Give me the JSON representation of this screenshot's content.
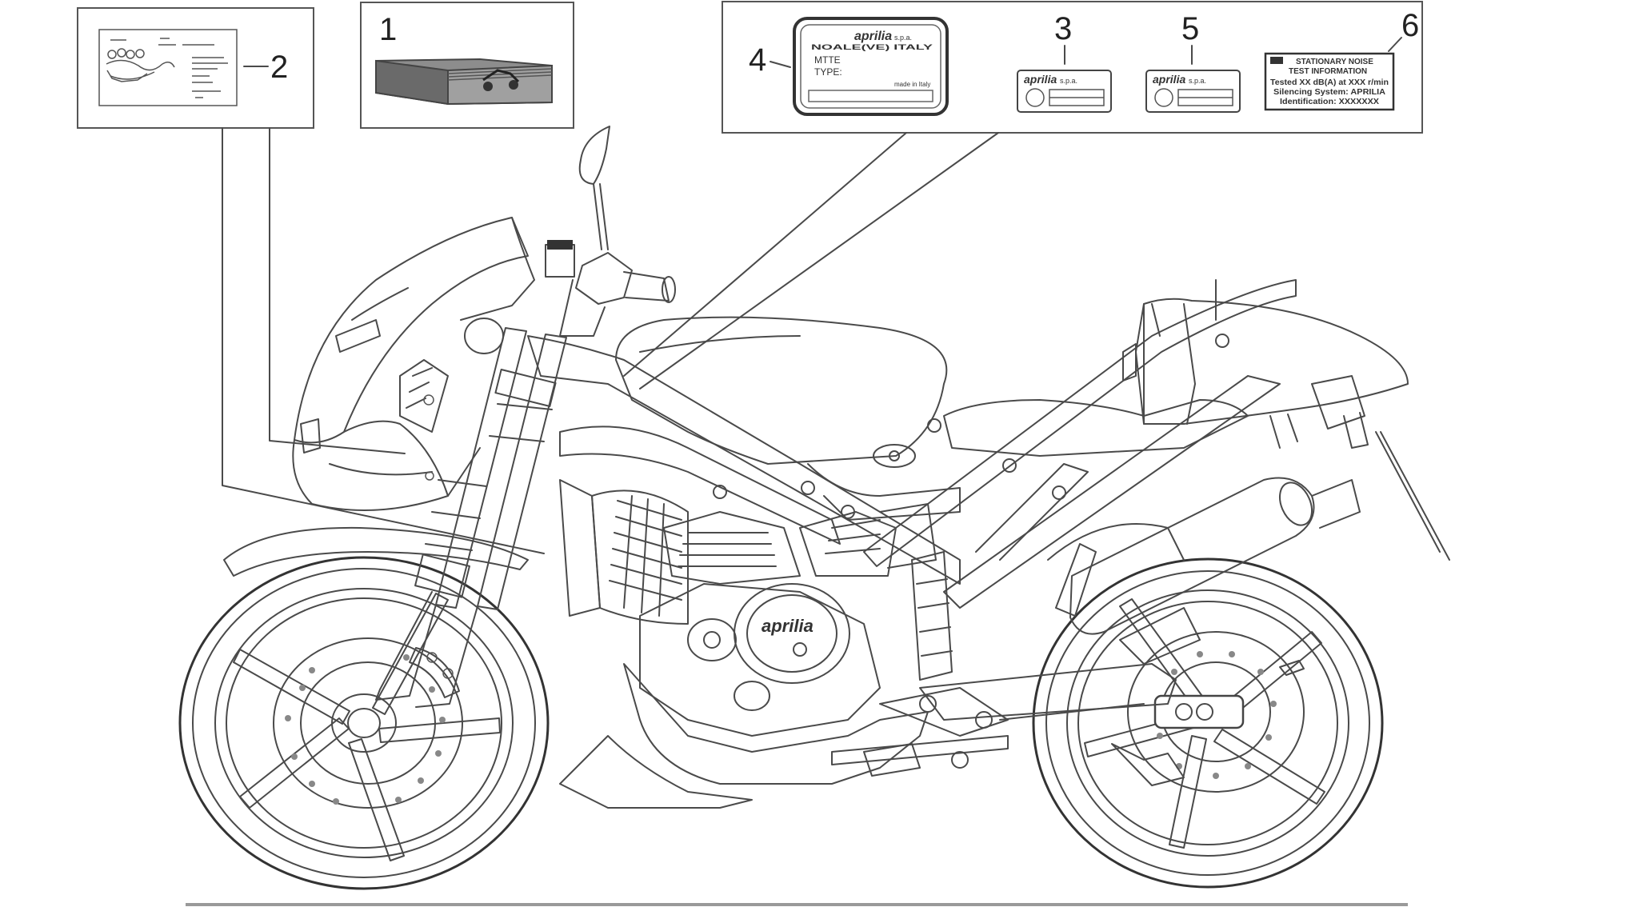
{
  "callouts": {
    "c1": "1",
    "c2": "2",
    "c3": "3",
    "c4": "4",
    "c5": "5",
    "c6": "6"
  },
  "label4": {
    "brand": "aprilia",
    "suffix": "s.p.a.",
    "address": "NOALE(VE) ITALY",
    "mtte": "MTTE",
    "type": "TYPE:",
    "made": "made in Italy"
  },
  "label3": {
    "brand": "aprilia",
    "suffix": "s.p.a."
  },
  "label5": {
    "brand": "aprilia",
    "suffix": "s.p.a."
  },
  "label6": {
    "title1": "STATIONARY NOISE",
    "title2": "TEST INFORMATION",
    "line1": "Tested XX dB(A) at XXX r/min",
    "line2": "Silencing System: APRILIA",
    "line3": "Identification: XXXXXXX"
  },
  "engine_logo": "aprilia"
}
